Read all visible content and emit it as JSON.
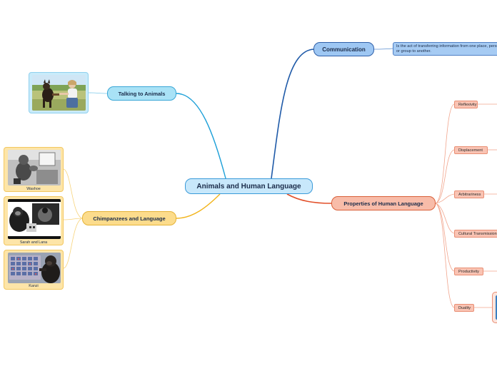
{
  "map": {
    "central": "Animals and Human Language",
    "communication": {
      "label": "Communication",
      "note": "Is the act of transferring information from one place, person or group to another."
    },
    "talking": {
      "label": "Talking to Animals"
    },
    "chimpanzees": {
      "label": "Chimpanzees and Language",
      "images": [
        {
          "caption": "Washoe"
        },
        {
          "caption": "Sarah and Lana"
        },
        {
          "caption": "Kanzi"
        }
      ]
    },
    "properties": {
      "label": "Properties of Human Language",
      "items": [
        {
          "label": "Reflexivity"
        },
        {
          "label": "Displacement"
        },
        {
          "label": "Arbitrariness"
        },
        {
          "label": "Cultural Transmission"
        },
        {
          "label": "Productivity"
        },
        {
          "label": "Duality"
        }
      ]
    }
  },
  "colors": {
    "communication_branch": "#1f5aa8",
    "talking_branch": "#1ea0d8",
    "chimpanzees_branch": "#f2b41c",
    "properties_branch": "#e2502a"
  }
}
